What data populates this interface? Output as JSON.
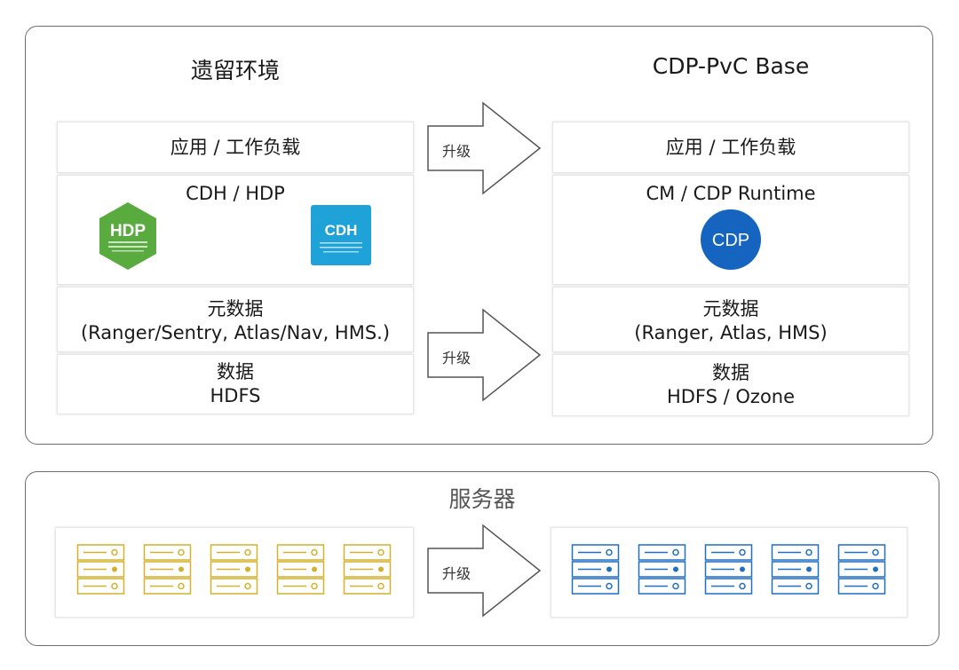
{
  "top_panel": {
    "legacy": {
      "title": "遗留环境",
      "layers": {
        "apps": "应用 / 工作负载",
        "platform": "CDH / HDP",
        "metadata_line1": "元数据",
        "metadata_line2": "(Ranger/Sentry, Atlas/Nav, HMS.)",
        "data_line1": "数据",
        "data_line2": "HDFS"
      },
      "logos": {
        "hdp": {
          "text": "HDP",
          "color": "#5aab3f",
          "icon": "hdp-hexagon-logo"
        },
        "cdh": {
          "text": "CDH",
          "color": "#1ea2d8",
          "icon": "cdh-square-logo"
        }
      }
    },
    "target": {
      "title": "CDP-PvC Base",
      "layers": {
        "apps": "应用 / 工作负载",
        "platform": "CM / CDP Runtime",
        "metadata_line1": "元数据",
        "metadata_line2": "(Ranger, Atlas, HMS)",
        "data_line1": "数据",
        "data_line2": "HDFS / Ozone"
      },
      "logos": {
        "cdp": {
          "text": "CDP",
          "color": "#1565c0",
          "icon": "cdp-circle-logo"
        }
      }
    },
    "arrows": [
      "升级",
      "升级"
    ]
  },
  "bottom_panel": {
    "title": "服务器",
    "arrow": "升级",
    "legacy_servers": {
      "count": 5,
      "color": "#d4b12a",
      "icon": "server-rack-icon"
    },
    "target_servers": {
      "count": 5,
      "color": "#1f6fc2",
      "icon": "server-rack-icon"
    }
  }
}
